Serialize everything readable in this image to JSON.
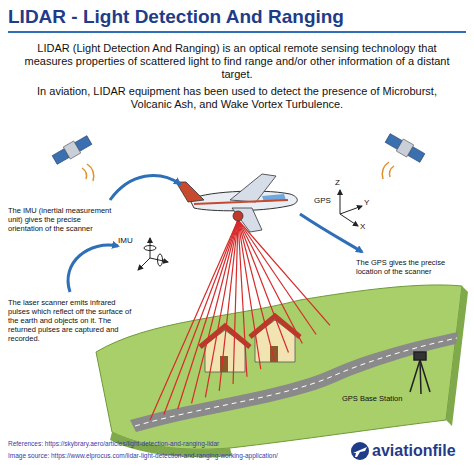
{
  "diagram": {
    "title": "LIDAR - Light Detection And Ranging",
    "labels": [
      "LIDAR (Light Detection And Ranging) is an optical remote sensing technology that measures properties of scattered light to find range and/or other information of a distant target.",
      "In aviation, LIDAR equipment has been used to detect the presence of Microburst, Volcanic Ash, and Wake Vortex Turbulence.",
      "The IMU (inertial measurement unit) gives the precise orientation of the scanner",
      "IMU",
      "Z",
      "Y",
      "GPS",
      "X",
      "The GPS gives the precise location of the scanner",
      "The laser scanner emits infrared pulses which reflect off the surface of the earth and objects on it. The returned pulses are captured and recorded.",
      "GPS Base Station",
      "References: https://skybrary.aero/articles/light-detection-and-ranging-lidar",
      "Image source: https://www.elprocus.com/lidar-light-detection-and-ranging-working-application/",
      "aviationfile"
    ]
  }
}
